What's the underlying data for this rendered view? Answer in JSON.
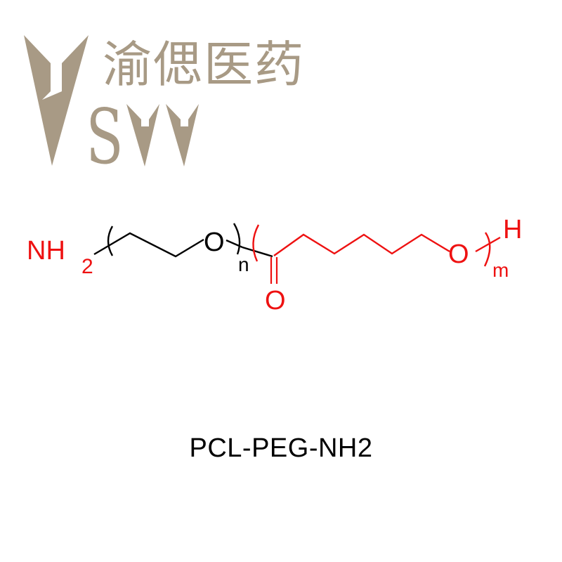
{
  "logo": {
    "chinese_name": "渝偲医药",
    "latin_mark": "SVV",
    "color": "#a89a85"
  },
  "structure": {
    "amine_group": "NH",
    "amine_subscript": "2",
    "peg_oxygen": "O",
    "peg_repeat_label": "n",
    "carbonyl_oxygen": "O",
    "pcl_oxygen": "O",
    "pcl_repeat_label": "m",
    "terminal_hydrogen": "H",
    "colors": {
      "peg_segment": "#000000",
      "end_groups_and_pcl": "#ee1111"
    }
  },
  "caption": {
    "text": "PCL-PEG-NH2"
  }
}
